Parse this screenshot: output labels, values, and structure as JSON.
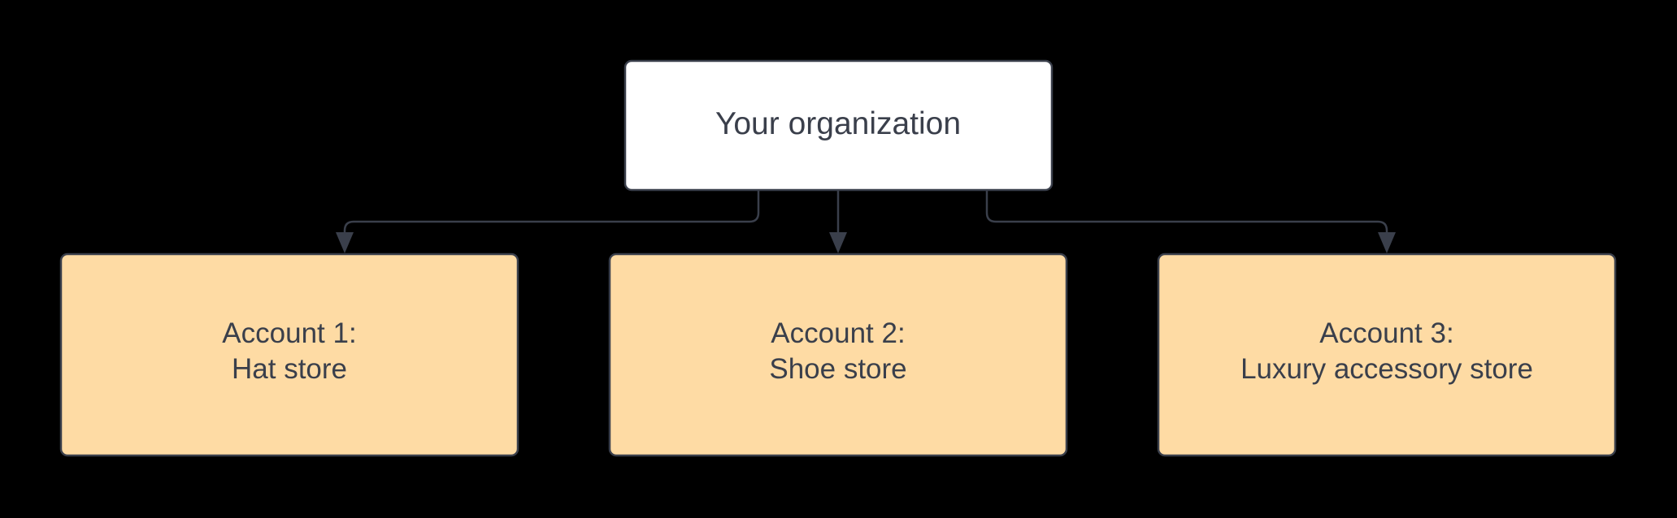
{
  "colors": {
    "background": "#000000",
    "root_fill": "#ffffff",
    "child_fill": "#fedba4",
    "stroke": "#3a3f4b",
    "text": "#3a3f4b"
  },
  "root": {
    "label": "Your organization"
  },
  "accounts": [
    {
      "line1": "Account 1:",
      "line2": "Hat store"
    },
    {
      "line1": "Account 2:",
      "line2": "Shoe store"
    },
    {
      "line1": "Account 3:",
      "line2": "Luxury accessory store"
    }
  ]
}
